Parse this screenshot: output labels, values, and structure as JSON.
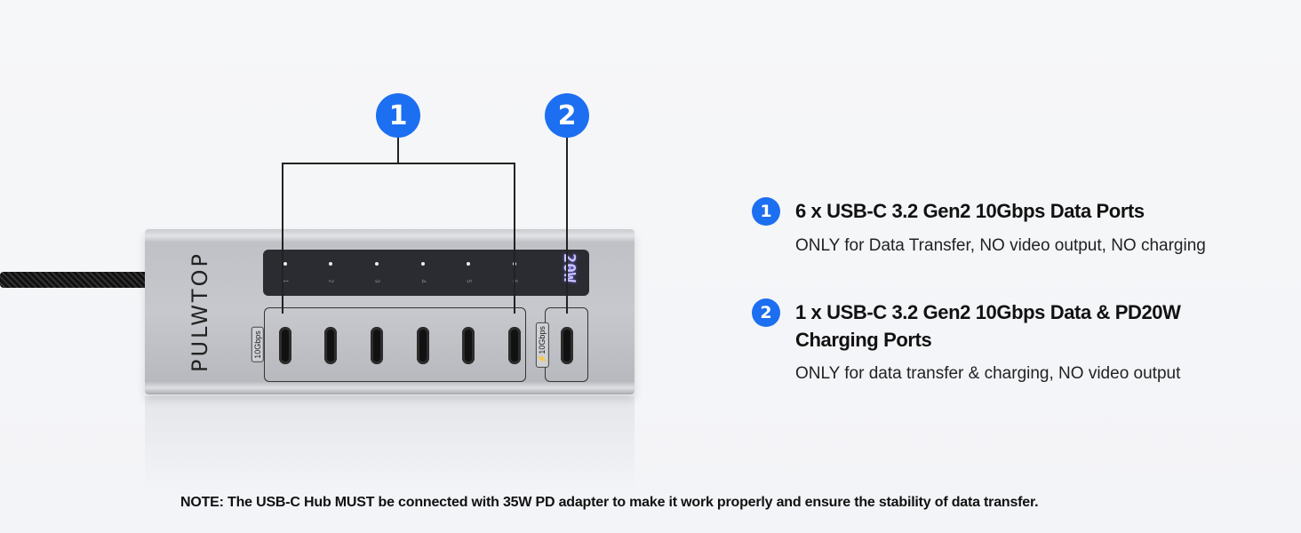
{
  "product": {
    "brand": "PULWTOP",
    "display_value": "20W",
    "port_numbers": [
      "1",
      "2",
      "3",
      "4",
      "5",
      "6"
    ],
    "group1_label": "10Gbps",
    "group2_label": "⚡10Gbps"
  },
  "callouts": [
    {
      "number": "1"
    },
    {
      "number": "2"
    }
  ],
  "features": [
    {
      "number": "1",
      "title": "6 x USB-C 3.2 Gen2 10Gbps Data Ports",
      "description": "ONLY for Data Transfer, NO video output, NO charging"
    },
    {
      "number": "2",
      "title_line1": "1 x USB-C 3.2 Gen2 10Gbps Data & PD20W",
      "title_line2": "Charging Ports",
      "description": "ONLY for data transfer & charging, NO video output"
    }
  ],
  "note": "NOTE: The USB-C Hub MUST be connected with 35W PD adapter to make it work properly and ensure the stability of data transfer.",
  "colors": {
    "accent": "#1c6ff0",
    "background": "#f4f5f8"
  }
}
